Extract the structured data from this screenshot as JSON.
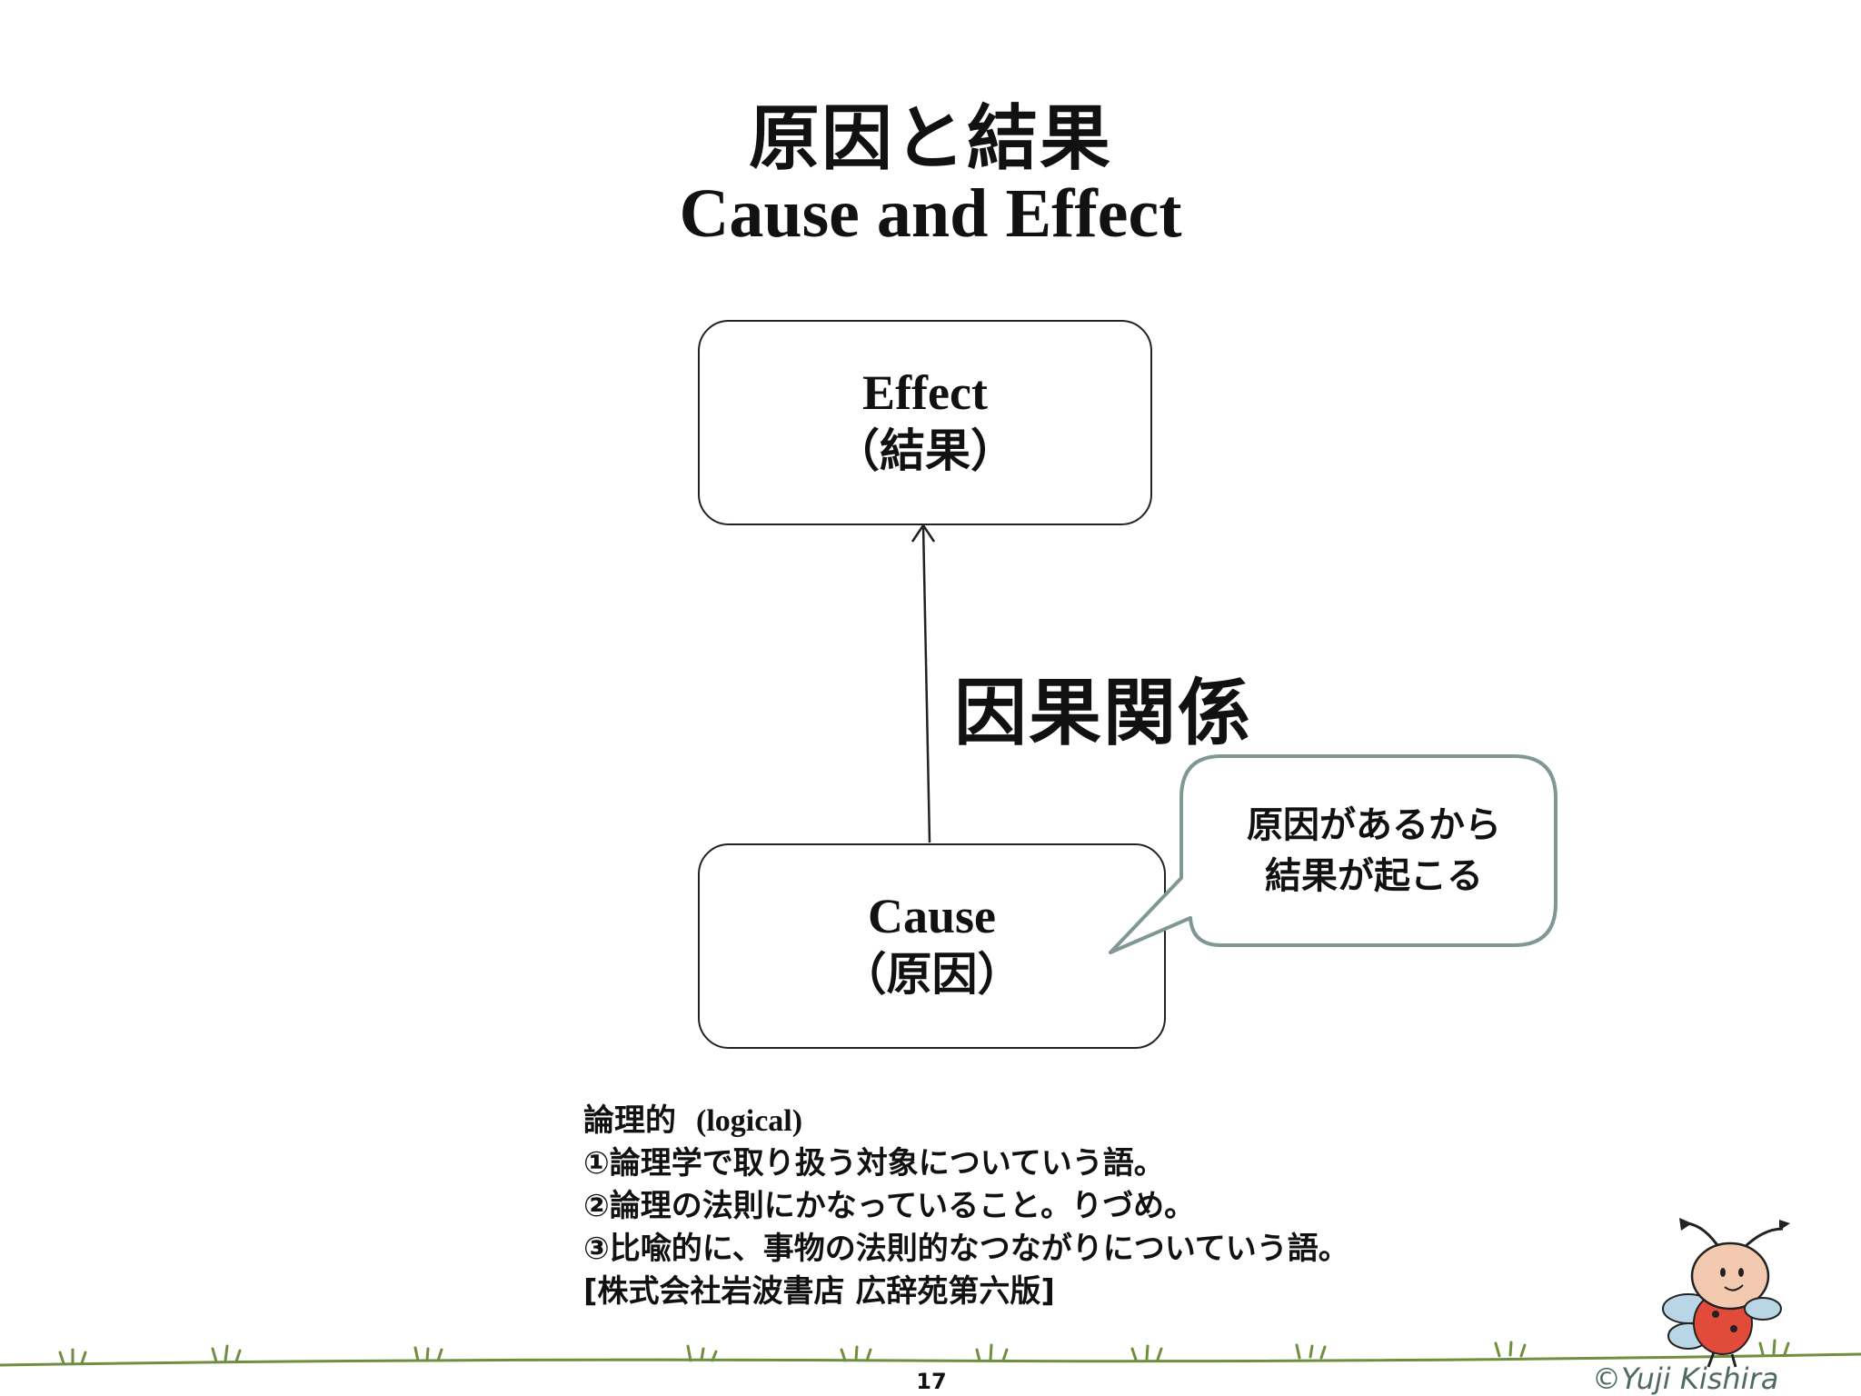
{
  "title": {
    "ja": "原因と結果",
    "en": "Cause and Effect"
  },
  "effect_box": {
    "en": "Effect",
    "ja": "（結果）"
  },
  "cause_box": {
    "en": "Cause",
    "ja": "（原因）"
  },
  "relation_label": "因果関係",
  "callout": {
    "line1": "原因があるから",
    "line2": "結果が起こる"
  },
  "definition": {
    "term": "論理的",
    "term_en": "(logical)",
    "lines": [
      "①論理学で取り扱う対象についていう語。",
      "②論理の法則にかなっていること。りづめ。",
      "③比喩的に、事物の法則的なつながりについていう語。",
      "[株式会社岩波書店 広辞苑第六版]"
    ]
  },
  "page_number": "17",
  "copyright": "©Yuji Kishira",
  "colors": {
    "callout_border": "#7f9795",
    "grass": "#6f8f3f",
    "mascot_body": "#f3c9b0",
    "mascot_shirt": "#e24a3a",
    "mascot_wing": "#b8d6e6"
  },
  "icons": {
    "mascot": "bee-mascot-icon",
    "grass": "grass-line-icon"
  }
}
